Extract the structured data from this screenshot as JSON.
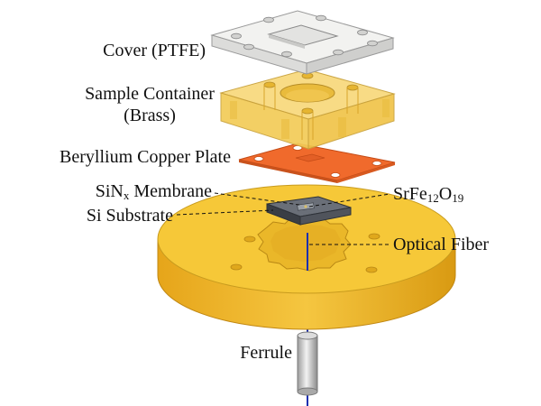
{
  "labels": {
    "cover": "Cover (PTFE)",
    "container_line1": "Sample Container",
    "container_line2": "(Brass)",
    "plate": "Beryllium Copper Plate",
    "membrane_main": "SiN",
    "membrane_sub": "x",
    "membrane_tail": " Membrane",
    "substrate": "Si Substrate",
    "sample_base": "SrFe",
    "sample_sub1": "12",
    "sample_mid": "O",
    "sample_sub2": "19",
    "fiber": "Optical Fiber",
    "ferrule": "Ferrule"
  },
  "colors": {
    "cover_fill": "#f2f2f0",
    "cover_edge": "#9a9a9a",
    "brass_fill": "#f6d26a",
    "brass_edge": "#c9a23c",
    "plate_fill": "#f06a2c",
    "plate_edge": "#c44b16",
    "base_fill": "#f4c231",
    "base_side": "#e4a91f",
    "chip_fill": "#4a4f58",
    "fiber": "#1b2fb0",
    "ferrule": "#cfcfcf"
  }
}
